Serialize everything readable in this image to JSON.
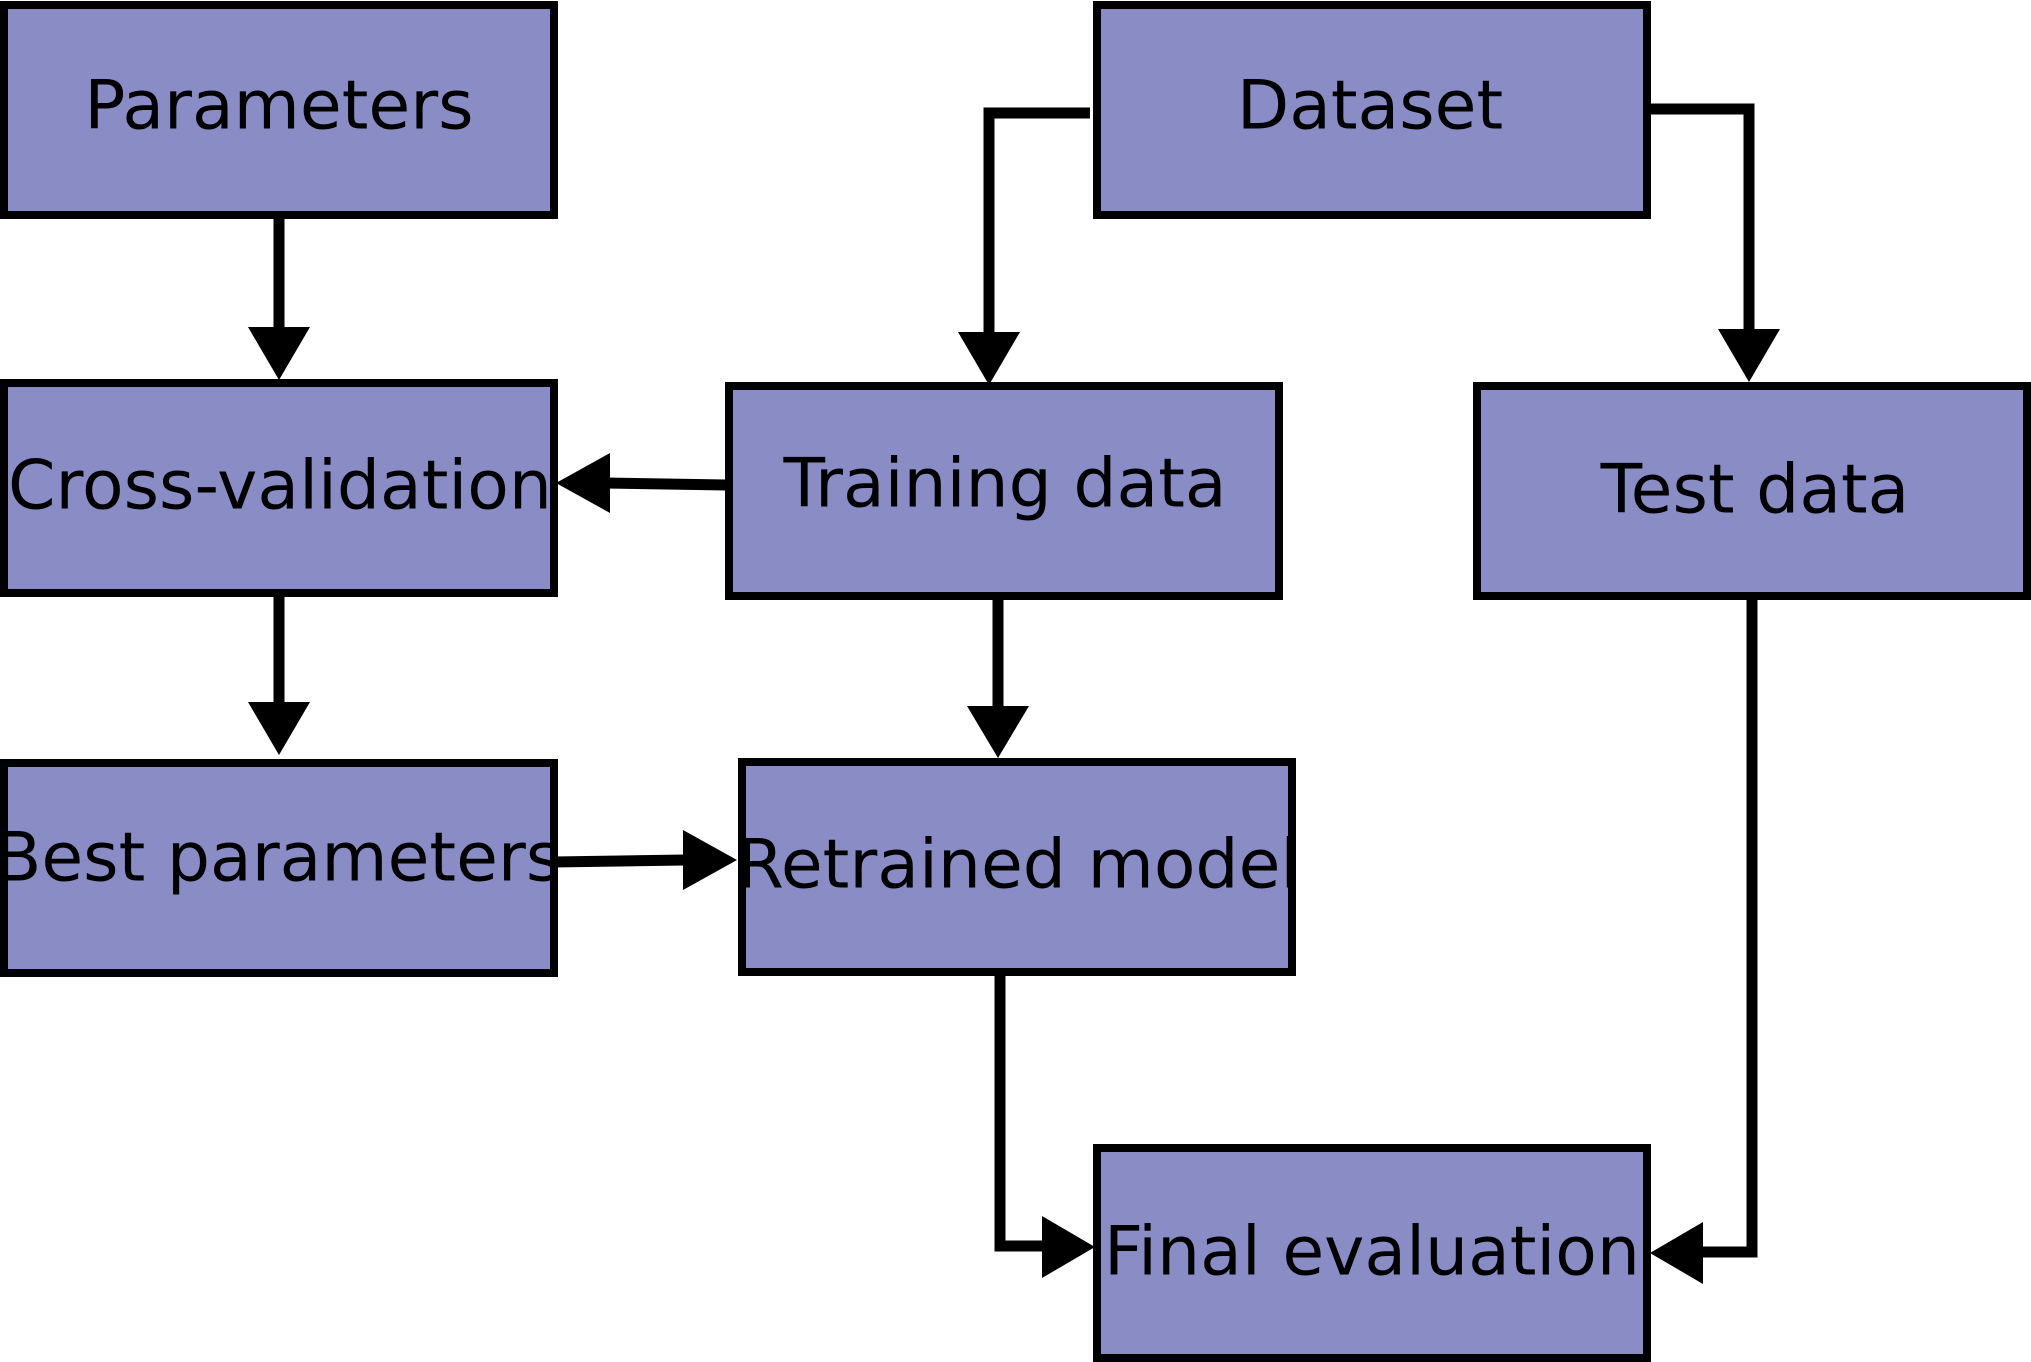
{
  "diagram": {
    "colors": {
      "box_fill": "#8a8cc5",
      "stroke": "#000000",
      "background": "#ffffff"
    },
    "nodes": {
      "parameters": "Parameters",
      "dataset": "Dataset",
      "cross_validation": "Cross-validation",
      "training_data": "Training data",
      "test_data": "Test data",
      "best_parameters": "Best parameters",
      "retrained_model": "Retrained model",
      "final_evaluation": "Final evaluation"
    },
    "edges": [
      {
        "from": "Parameters",
        "to": "Cross-validation"
      },
      {
        "from": "Dataset",
        "to": "Training data"
      },
      {
        "from": "Dataset",
        "to": "Test data"
      },
      {
        "from": "Training data",
        "to": "Cross-validation"
      },
      {
        "from": "Cross-validation",
        "to": "Best parameters"
      },
      {
        "from": "Training data",
        "to": "Retrained model"
      },
      {
        "from": "Best parameters",
        "to": "Retrained model"
      },
      {
        "from": "Retrained model",
        "to": "Final evaluation"
      },
      {
        "from": "Test data",
        "to": "Final evaluation"
      }
    ]
  }
}
